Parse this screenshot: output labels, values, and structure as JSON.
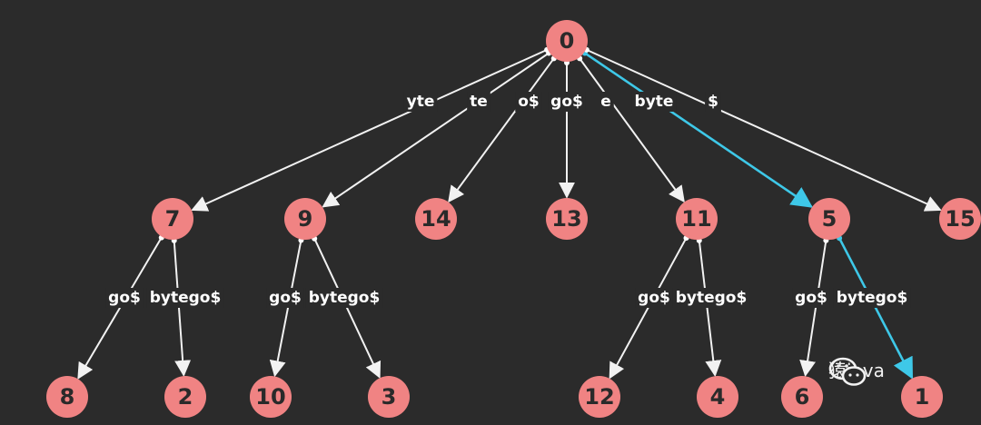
{
  "tree": {
    "nodes": [
      {
        "id": "n0",
        "label": "0"
      },
      {
        "id": "n7",
        "label": "7"
      },
      {
        "id": "n9",
        "label": "9"
      },
      {
        "id": "n14",
        "label": "14"
      },
      {
        "id": "n13",
        "label": "13"
      },
      {
        "id": "n11",
        "label": "11"
      },
      {
        "id": "n5",
        "label": "5"
      },
      {
        "id": "n15",
        "label": "15"
      },
      {
        "id": "n8",
        "label": "8"
      },
      {
        "id": "n2",
        "label": "2"
      },
      {
        "id": "n10",
        "label": "10"
      },
      {
        "id": "n3",
        "label": "3"
      },
      {
        "id": "n12",
        "label": "12"
      },
      {
        "id": "n4",
        "label": "4"
      },
      {
        "id": "n6",
        "label": "6"
      },
      {
        "id": "n1",
        "label": "1"
      }
    ],
    "edges": [
      {
        "from": "n0",
        "to": "n7",
        "label": "yte"
      },
      {
        "from": "n0",
        "to": "n9",
        "label": "te"
      },
      {
        "from": "n0",
        "to": "n14",
        "label": "o$"
      },
      {
        "from": "n0",
        "to": "n13",
        "label": "go$"
      },
      {
        "from": "n0",
        "to": "n11",
        "label": "e"
      },
      {
        "from": "n0",
        "to": "n5",
        "label": "byte",
        "highlight": true
      },
      {
        "from": "n0",
        "to": "n15",
        "label": "$"
      },
      {
        "from": "n7",
        "to": "n8",
        "label": "go$"
      },
      {
        "from": "n7",
        "to": "n2",
        "label": "bytego$"
      },
      {
        "from": "n9",
        "to": "n10",
        "label": "go$"
      },
      {
        "from": "n9",
        "to": "n3",
        "label": "bytego$"
      },
      {
        "from": "n11",
        "to": "n12",
        "label": "go$"
      },
      {
        "from": "n11",
        "to": "n4",
        "label": "bytego$"
      },
      {
        "from": "n5",
        "to": "n6",
        "label": "go$"
      },
      {
        "from": "n5",
        "to": "n1",
        "label": "bytego$",
        "highlight": true
      }
    ]
  },
  "watermark": {
    "text": "猿java",
    "icon": "wechat-icon"
  },
  "colors": {
    "node_fill": "#f08383",
    "edge": "#f2f2f2",
    "highlight": "#3ec8e8",
    "background": "#2b2b2b"
  }
}
